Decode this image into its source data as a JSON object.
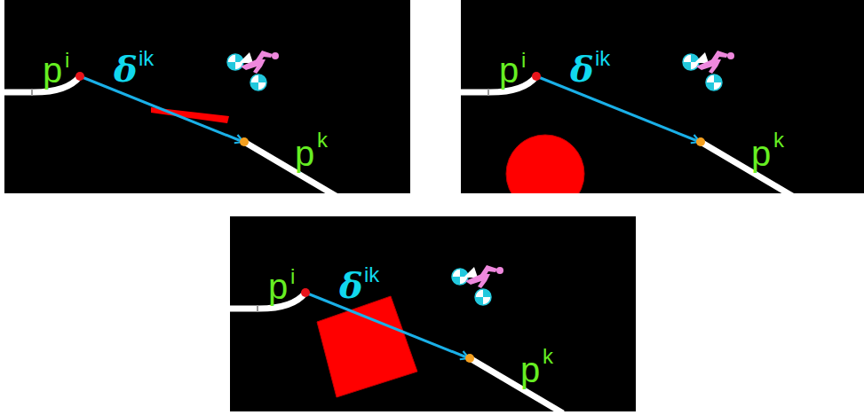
{
  "diagram": {
    "labels": [
      "p",
      "i",
      "δ",
      "ik",
      "p",
      "k",
      "p",
      "i",
      "δ",
      "ik",
      "p",
      "k",
      "p",
      "i",
      "δ",
      "ik",
      "p",
      "k"
    ]
  }
}
